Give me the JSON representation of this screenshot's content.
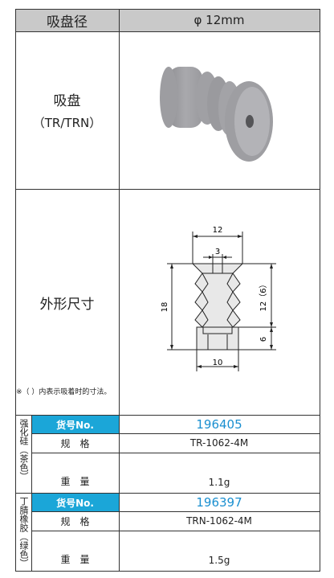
{
  "header": {
    "col1": "吸盘径",
    "col2": "φ 12mm"
  },
  "product": {
    "name": "吸盘",
    "models": "（TR/TRN）"
  },
  "dims": {
    "label": "外形尺寸",
    "note": "※（ ）内表示吸着时的寸法。",
    "d12": "12",
    "d3": "3",
    "d18": "18",
    "d12_6": "12（6）",
    "d6": "6",
    "d10": "10"
  },
  "section1": {
    "material": "强化硅（茶色）",
    "code_label": "货号No.",
    "code": "196405",
    "spec_label": "规　格",
    "spec": "TR-1062-4M",
    "weight_label": "重　量",
    "weight": "1.1g"
  },
  "section2": {
    "material": "丁腈橡胶（绿色）",
    "code_label": "货号No.",
    "code": "196397",
    "spec_label": "规　格",
    "spec": "TRN-1062-4M",
    "weight_label": "重　量",
    "weight": "1.5g"
  }
}
